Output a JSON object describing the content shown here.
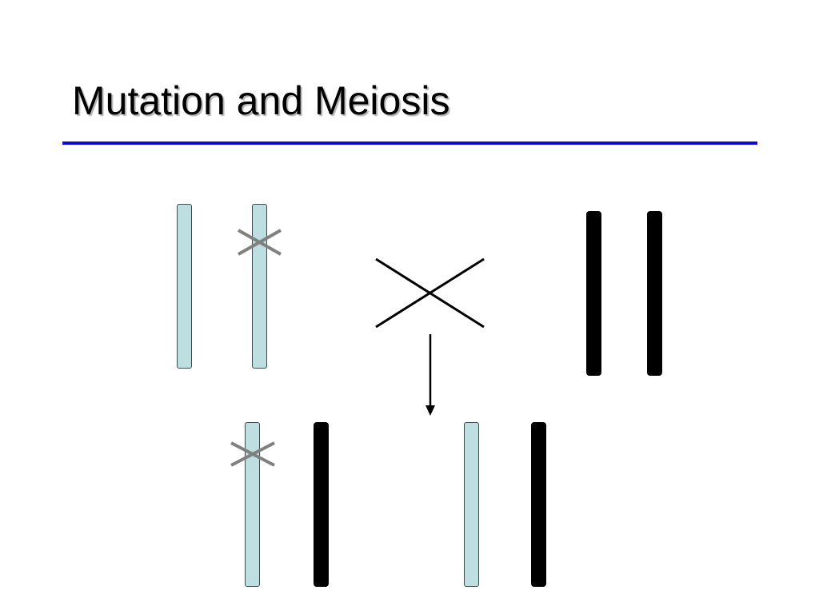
{
  "slide": {
    "title": "Mutation and Meiosis"
  },
  "colors": {
    "title_rule": "#0a0ad2",
    "light_chromosome": "#bddfe2",
    "light_chromosome_border": "#3c4a4c",
    "dark_chromosome": "#000000",
    "mutation_mark": "#808080",
    "crossing_symbol": "#000000",
    "arrow": "#000000"
  },
  "diagram": {
    "parent_a": {
      "chromosomes": [
        {
          "shade": "light",
          "mutation": false
        },
        {
          "shade": "light",
          "mutation": true
        }
      ]
    },
    "cross_icon": "cross-x-icon",
    "parent_b": {
      "chromosomes": [
        {
          "shade": "dark",
          "mutation": false
        },
        {
          "shade": "dark",
          "mutation": false
        }
      ]
    },
    "arrow_icon": "arrow-down-icon",
    "offspring": [
      {
        "chromosomes": [
          {
            "shade": "light",
            "mutation": true
          },
          {
            "shade": "dark",
            "mutation": false
          }
        ]
      },
      {
        "chromosomes": [
          {
            "shade": "light",
            "mutation": false
          },
          {
            "shade": "dark",
            "mutation": false
          }
        ]
      }
    ]
  }
}
